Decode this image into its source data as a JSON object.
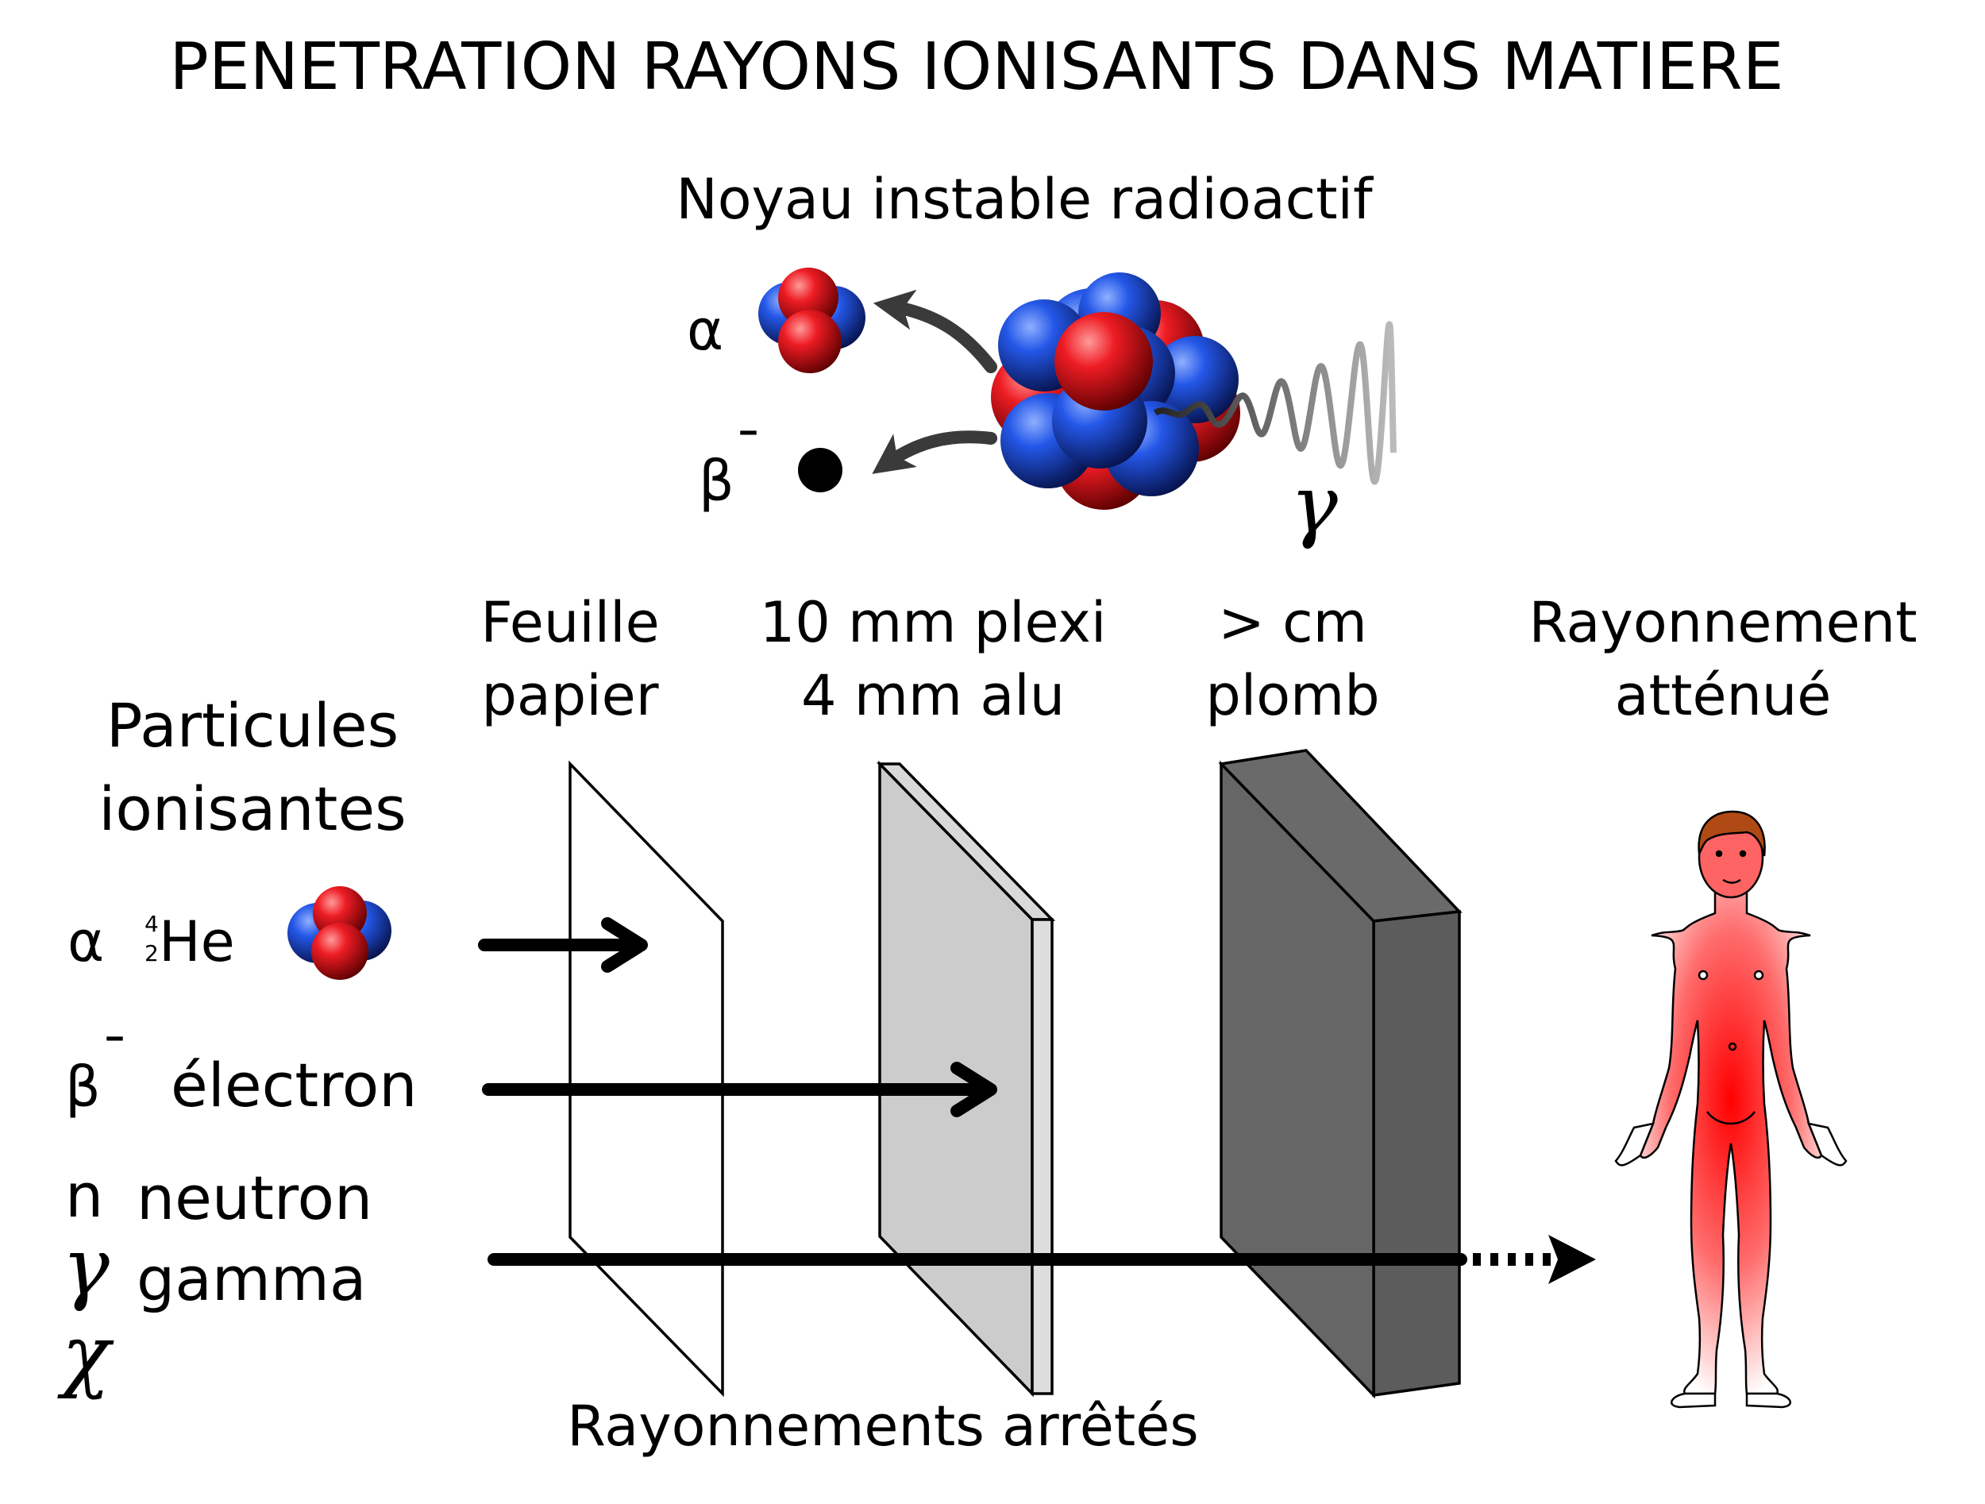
{
  "title": "PENETRATION RAYONS IONISANTS DANS MATIERE",
  "nucleus": {
    "label": "Noyau instable radioactif",
    "alpha_symbol": "α",
    "beta_symbol": "β",
    "beta_sign": "¯",
    "gamma_symbol": "γ"
  },
  "barriers": {
    "paper": {
      "line1": "Feuille",
      "line2": "papier"
    },
    "plexi": {
      "line1": "10 mm plexi",
      "line2": "4 mm alu"
    },
    "lead": {
      "line1": "> cm",
      "line2": "plomb"
    },
    "attenuated": {
      "line1": "Rayonnement",
      "line2": "atténué"
    }
  },
  "particles": {
    "heading_line1": "Particules",
    "heading_line2": "ionisantes",
    "alpha": {
      "symbol": "α",
      "mass_number": "4",
      "atomic_number": "2",
      "element": "He"
    },
    "beta": {
      "symbol": "β",
      "sign": "¯",
      "name": "électron"
    },
    "neutron": {
      "symbol": "n",
      "name": "neutron"
    },
    "gamma": {
      "symbol": "γ",
      "name": "gamma"
    },
    "chi": {
      "symbol": "χ"
    }
  },
  "stopped_label": "Rayonnements arrêtés",
  "colors": {
    "proton": "#e8101a",
    "neutron": "#1e4fe0",
    "paper": "#ffffff",
    "plexi": "#cccccc",
    "lead_front": "#666666",
    "lead_side": "#555555",
    "arrow": "#000000",
    "skin": "#ff3a3a",
    "hair": "#b04a14"
  }
}
